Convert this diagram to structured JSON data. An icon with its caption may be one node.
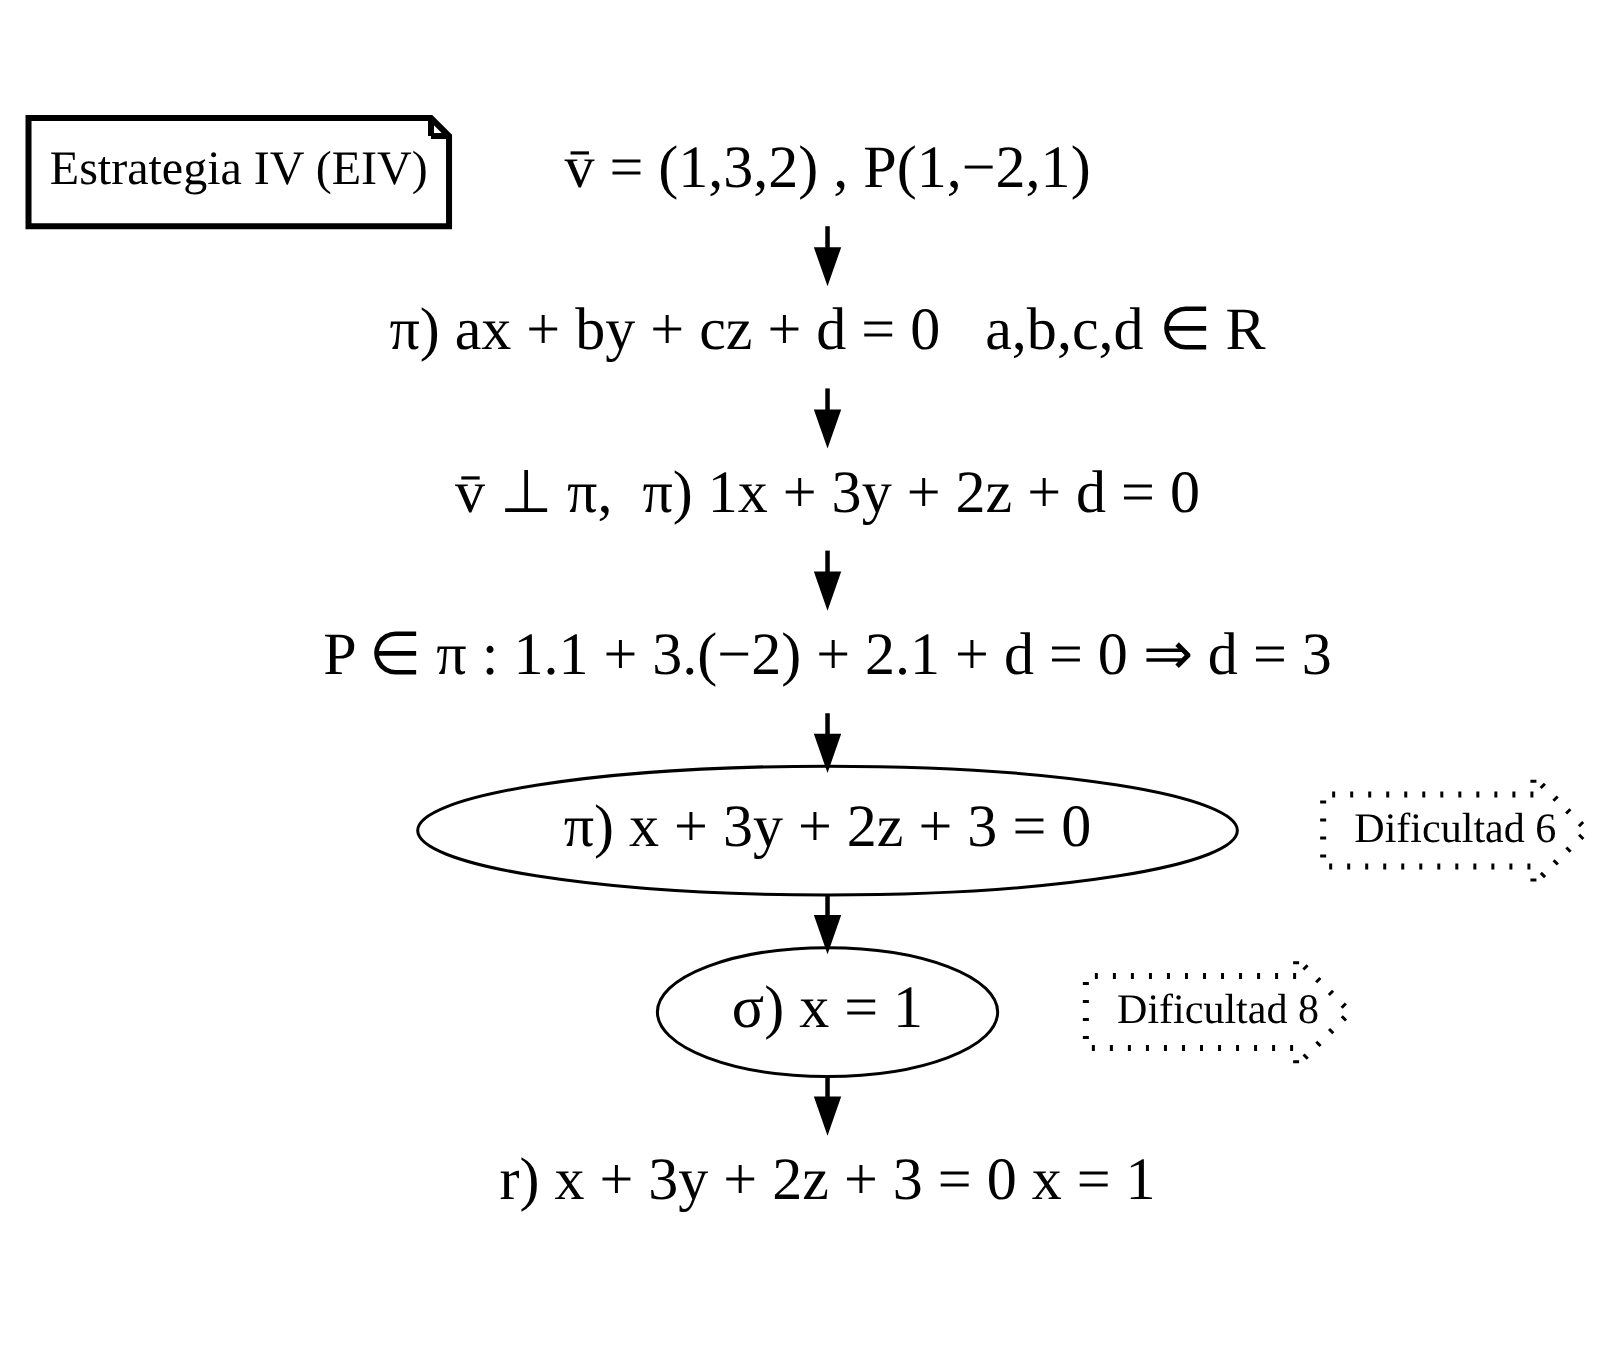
{
  "diagram": {
    "nodes": [
      {
        "text": [
          "Estrategia IV (EIV)"
        ]
      },
      {
        "text": [
          "v̄ = (1,3,2) , P(1,−2,1)"
        ]
      },
      {
        "text": [
          "π) ax + by + cz + d = 0   a,b,c,d ∈ R"
        ]
      },
      {
        "text": [
          "v̄ ⊥ π,  π) 1x + 3y + 2z + d = 0"
        ]
      },
      {
        "text": [
          "P ∈ π : 1.1 + 3.(−2) + 2.1 + d = 0 ⇒ d = 3"
        ]
      },
      {
        "text": [
          "Dificultad 6"
        ]
      },
      {
        "text": [
          "π) x + 3y + 2z + 3 = 0"
        ]
      },
      {
        "text": [
          "Dificultad 8"
        ]
      },
      {
        "text": [
          "σ) x = 1"
        ]
      },
      {
        "text": [
          "r) x + 3y + 2z + 3 = 0 x = 1"
        ]
      }
    ],
    "edges": [
      {
        "from": 1,
        "to": 2,
        "arrow": "to"
      },
      {
        "from": 2,
        "to": 3,
        "arrow": "to"
      },
      {
        "from": 3,
        "to": 4,
        "arrow": "to"
      },
      {
        "from": 4,
        "to": 6,
        "arrow": "to"
      },
      {
        "from": 6,
        "to": 8,
        "arrow": "to"
      },
      {
        "from": 8,
        "to": 9,
        "arrow": "to"
      }
    ]
  }
}
